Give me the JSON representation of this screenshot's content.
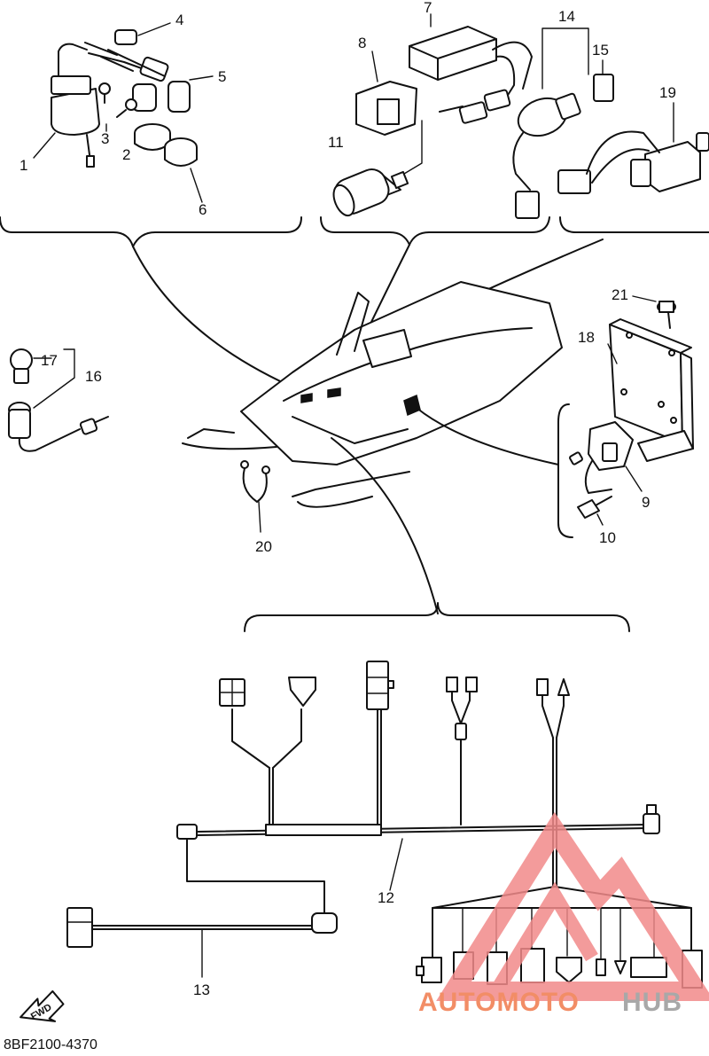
{
  "diagram": {
    "callouts": {
      "c1": "1",
      "c2": "2",
      "c3": "3",
      "c4": "4",
      "c5": "5",
      "c6": "6",
      "c7": "7",
      "c8": "8",
      "c9": "9",
      "c10": "10",
      "c11": "11",
      "c12": "12",
      "c13": "13",
      "c14": "14",
      "c15": "15",
      "c16": "16",
      "c17": "17",
      "c18": "18",
      "c19": "19",
      "c20": "20",
      "c21": "21"
    },
    "fwd_label": "FWD",
    "reference_code": "8BF2100-4370"
  },
  "watermark": {
    "part1": "AUTOMOTO",
    "part2": "HUB",
    "color_primary": "#f07a4c",
    "color_secondary": "#9a9a9a",
    "triangle_color": "#f28a8a"
  }
}
